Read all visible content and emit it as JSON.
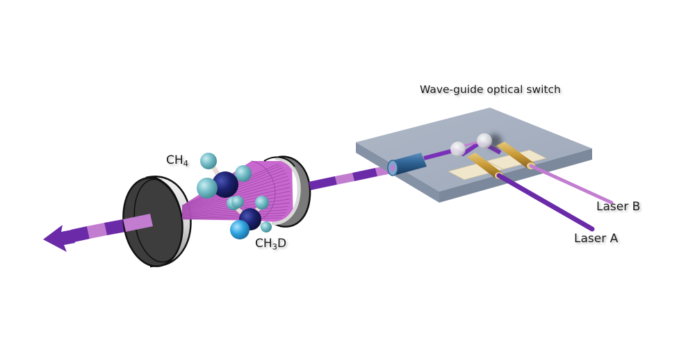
{
  "diagram": {
    "title": "Laser cavity spectroscopy of CH4 / CH3D with wave-guide optical switch",
    "labels": {
      "switch": "Wave-guide optical switch",
      "laser_b": "Laser B",
      "laser_a": "Laser A",
      "ch4": {
        "base": "CH",
        "sub": "4",
        "tail": ""
      },
      "ch3d": {
        "base": "CH",
        "sub": "3",
        "tail": "D"
      }
    },
    "components": [
      {
        "id": "output-arrow",
        "name": "Output beam arrow"
      },
      {
        "id": "mirror-left",
        "name": "Left cavity mirror"
      },
      {
        "id": "mirror-right",
        "name": "Right cavity mirror"
      },
      {
        "id": "cavity-beam",
        "name": "Multipass beam fan"
      },
      {
        "id": "ch4-molecule",
        "name": "CH4 molecule"
      },
      {
        "id": "ch3d-molecule",
        "name": "CH3D molecule"
      },
      {
        "id": "switch-chip",
        "name": "Wave-guide optical switch chip"
      },
      {
        "id": "output-coupler",
        "name": "Fiber coupler"
      },
      {
        "id": "ring-switch",
        "name": "Micro-ring switches"
      },
      {
        "id": "electrodes",
        "name": "Electrode pads"
      },
      {
        "id": "laser-a-fiber",
        "name": "Laser A input fiber"
      },
      {
        "id": "laser-b-fiber",
        "name": "Laser B input fiber"
      }
    ],
    "colors": {
      "beam_dark": "#6b2aa8",
      "beam_light": "#c27dd0",
      "cavity_fan": "#c560cc",
      "mirror_face": "#3a3a3a",
      "mirror_rim": "#e6e6e6",
      "chip_top": "#a6b0c0",
      "chip_side": "#8592a6",
      "carbon": "#1b1f66",
      "hydrogen": "#6fb8c4",
      "deuterium": "#2ea3de",
      "coupler": "#2c5d8a",
      "gold": "#c9a24a",
      "pad": "#efe6cc"
    }
  }
}
